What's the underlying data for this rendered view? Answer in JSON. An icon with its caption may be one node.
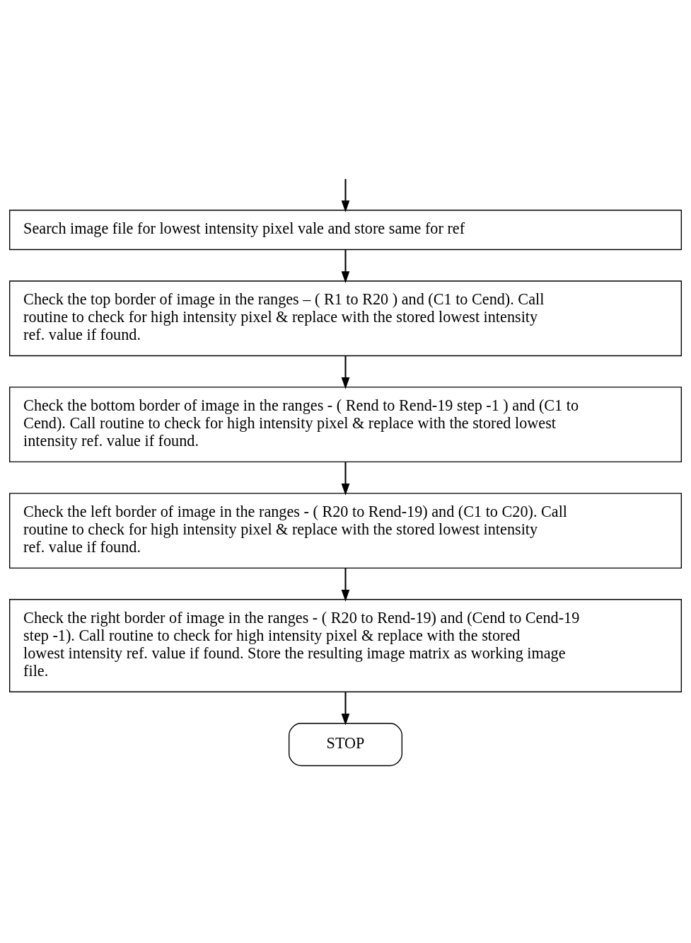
{
  "diagram": {
    "nodes": [
      {
        "text": [
          "Search image file for lowest intensity pixel vale and store same for ref"
        ]
      },
      {
        "text": [
          "Check the top border of image in the ranges – ( R1 to R20 ) and (C1 to Cend). Call routine to check for high intensity pixel & replace with the stored lowest intensity ref. value if found."
        ]
      },
      {
        "text": [
          "Check the bottom border of image in the ranges - ( Rend to Rend-19 step -1 ) and (C1 to Cend). Call routine to check for high intensity pixel & replace with the stored lowest intensity ref. value if found."
        ]
      },
      {
        "text": [
          "Check the left border of image in the ranges - ( R20 to Rend-19) and (C1 to C20). Call routine to check for high intensity pixel & replace with the stored lowest intensity ref. value if found."
        ]
      },
      {
        "text": [
          "Check the right border of image in the ranges - ( R20 to Rend-19) and (Cend to Cend-19 step -1). Call routine to check for high intensity pixel & replace with the stored lowest intensity ref. value if found. Store the resulting image matrix as working image file."
        ]
      },
      {
        "text": [
          "STOP"
        ]
      }
    ],
    "edges": [
      {
        "from": null,
        "to": 0,
        "arrow": "to"
      },
      {
        "from": 0,
        "to": 1,
        "arrow": "to"
      },
      {
        "from": 1,
        "to": 2,
        "arrow": "to"
      },
      {
        "from": 2,
        "to": 3,
        "arrow": "to"
      },
      {
        "from": 3,
        "to": 4,
        "arrow": "to"
      },
      {
        "from": 4,
        "to": 5,
        "arrow": "to"
      }
    ]
  }
}
